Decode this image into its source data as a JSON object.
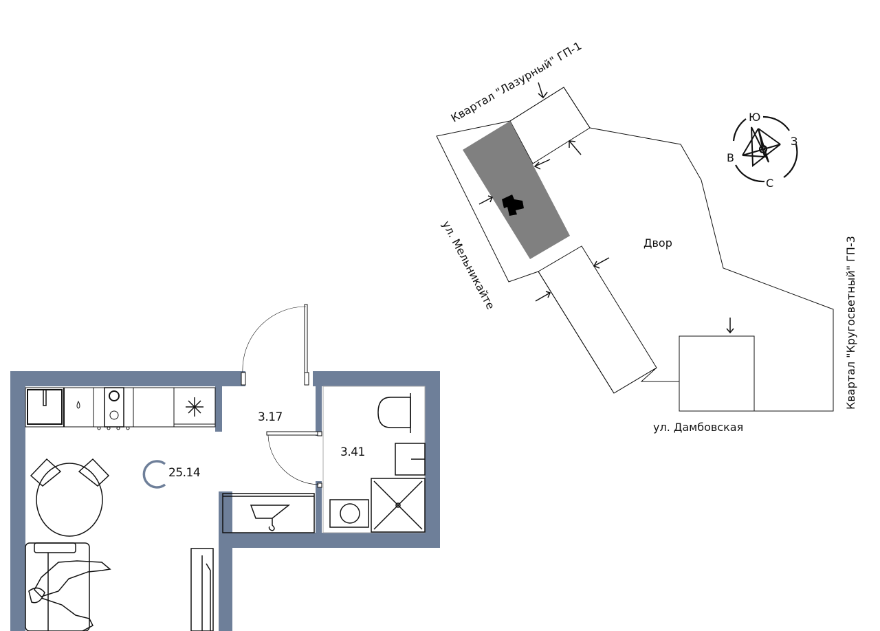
{
  "colors": {
    "wall": "#6e7f99",
    "building": "#808080",
    "line": "#111111"
  },
  "site_plan": {
    "labels": {
      "kvartal_lazurny": "Квартал \"Лазурный\" ГП-1",
      "kvartal_krugosvetny": "Квартал \"Кругосветный\" ГП-3",
      "street_melnikaite": "ул. Мельникайте",
      "street_dambovskaya": "ул. Дамбовская",
      "yard": "Двор"
    },
    "compass": {
      "south": "Ю",
      "west": "З",
      "east": "В",
      "north": "С"
    }
  },
  "floor_plan": {
    "room_type_letter": "С",
    "main_area": "25.14",
    "hall_area": "3.17",
    "bathroom_area": "3.41"
  }
}
